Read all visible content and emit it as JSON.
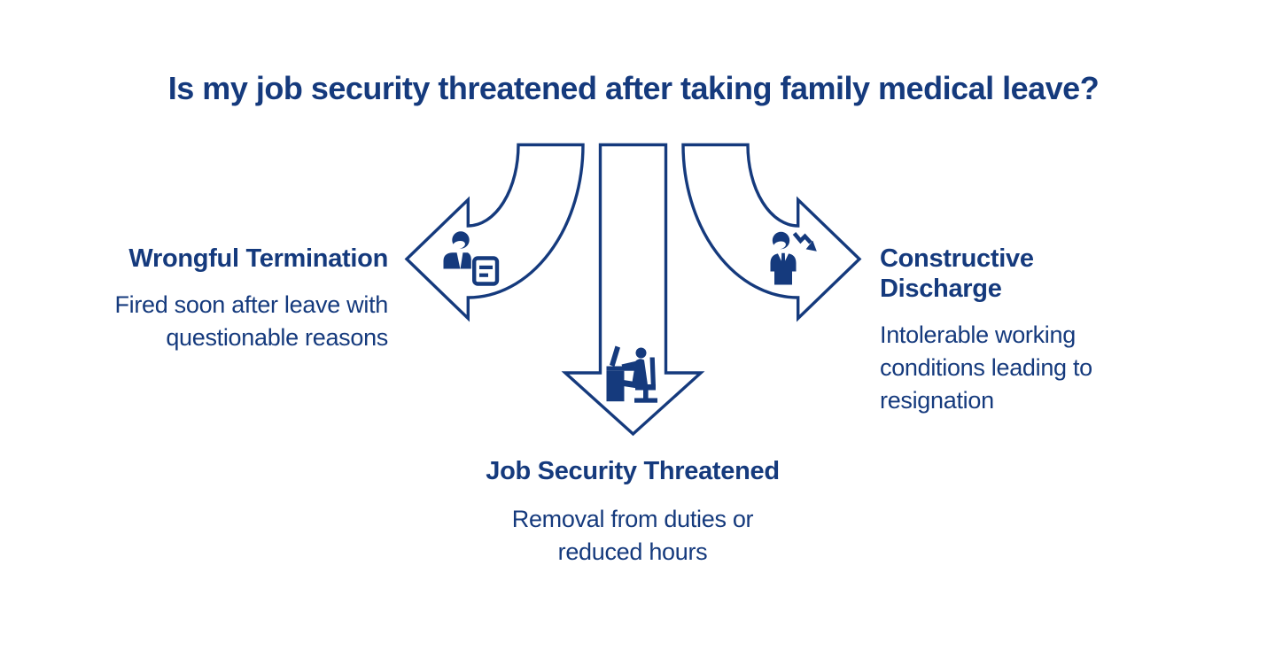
{
  "title": "Is my job security threatened after taking family medical leave?",
  "colors": {
    "navy": "#153a7d",
    "background": "#ffffff"
  },
  "branches": [
    {
      "id": "wrongful-termination",
      "direction": "left",
      "heading": "Wrongful Termination",
      "description": "Fired soon after leave with questionable reasons",
      "icon": "person-with-document-icon"
    },
    {
      "id": "job-security-threatened",
      "direction": "down",
      "heading": "Job Security Threatened",
      "description": "Removal from duties or reduced hours",
      "icon": "person-at-desk-icon"
    },
    {
      "id": "constructive-discharge",
      "direction": "right",
      "heading": "Constructive Discharge",
      "description": "Intolerable working conditions leading to resignation",
      "icon": "person-decline-arrow-icon"
    }
  ]
}
